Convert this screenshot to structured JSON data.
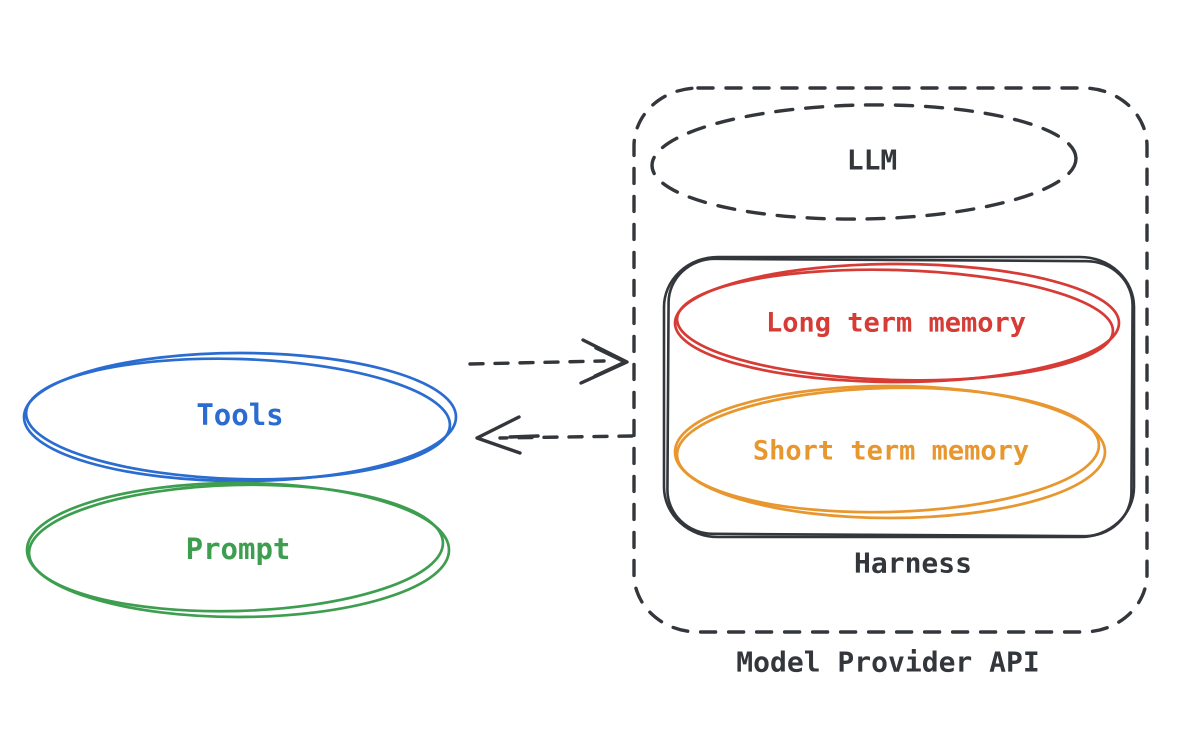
{
  "canvas": {
    "background": "#ffffff",
    "ink_color": "#33373c"
  },
  "nodes": {
    "tools": {
      "label": "Tools",
      "color": "#2a6cd0",
      "shape": "ellipse",
      "stroke": "solid"
    },
    "prompt": {
      "label": "Prompt",
      "color": "#3d9e50",
      "shape": "ellipse",
      "stroke": "solid"
    },
    "llm": {
      "label": "LLM",
      "color": "#33373c",
      "shape": "ellipse",
      "stroke": "dashed"
    },
    "long_term_memory": {
      "label": "Long term memory",
      "color": "#d63b35",
      "shape": "ellipse",
      "stroke": "solid"
    },
    "short_term_memory": {
      "label": "Short term memory",
      "color": "#e8962e",
      "shape": "ellipse",
      "stroke": "solid"
    },
    "harness": {
      "label": "Harness",
      "color": "#33373c",
      "shape": "rounded-rect",
      "stroke": "solid"
    },
    "model_provider_api": {
      "label": "Model Provider API",
      "color": "#33373c",
      "shape": "rounded-rect",
      "stroke": "dashed"
    }
  },
  "edges": [
    {
      "from": "tools",
      "to": "model_provider_api",
      "style": "dashed",
      "arrow_direction": "right",
      "color": "#33373c"
    },
    {
      "from": "model_provider_api",
      "to": "tools",
      "style": "dashed",
      "arrow_direction": "left",
      "color": "#33373c"
    }
  ]
}
